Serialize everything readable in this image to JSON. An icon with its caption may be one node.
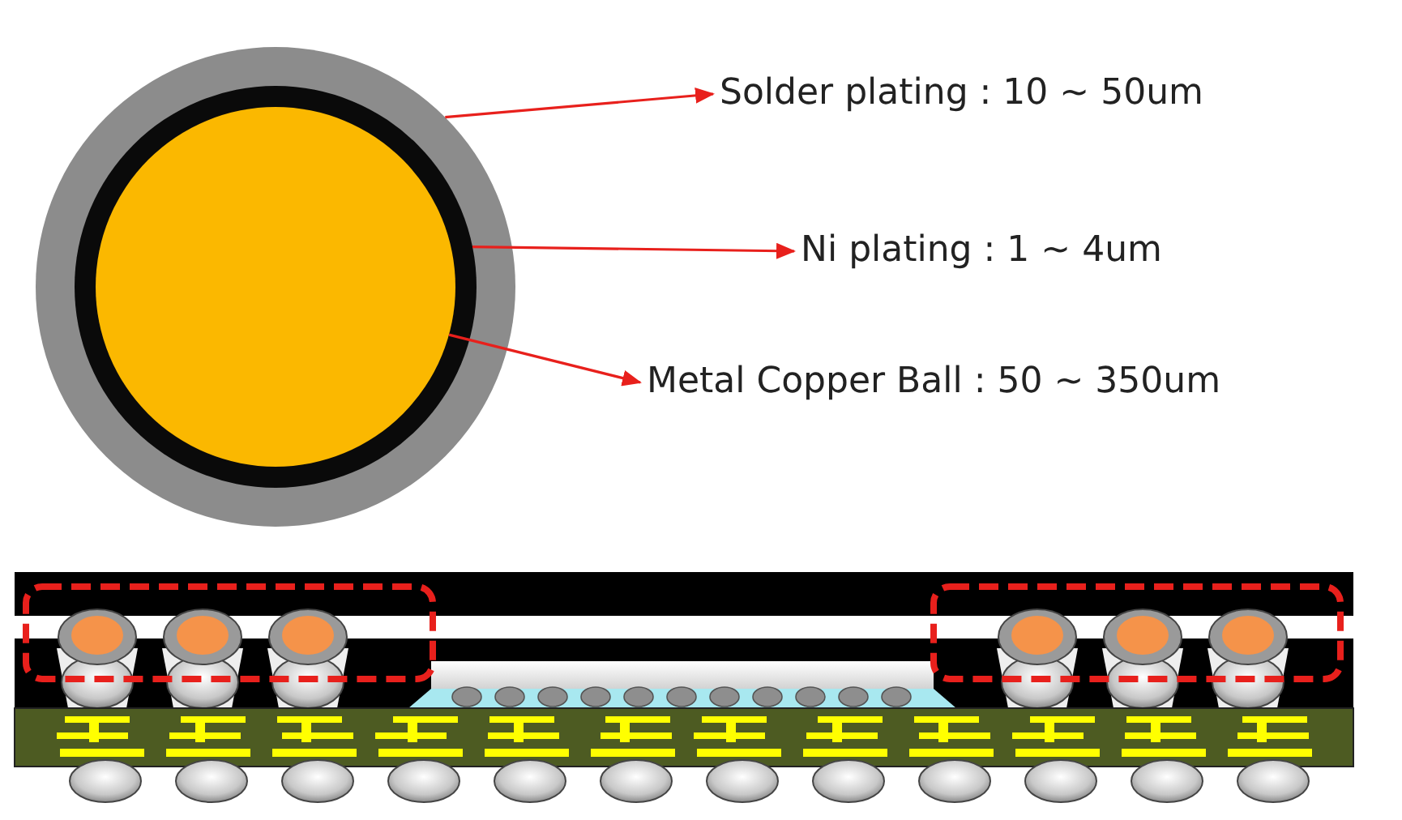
{
  "diagram": {
    "nodes": [
      {
        "text": [
          "Solder plating : 10 ~ 50um"
        ]
      },
      {
        "text": [
          "Ni plating : 1 ~ 4um"
        ]
      },
      {
        "text": [
          "Metal Copper Ball : 50 ~ 350um"
        ]
      },
      {
        "text": [],
        "shape": "circle"
      },
      {
        "text": [],
        "shape": "circle",
        "in": 3
      },
      {
        "text": [],
        "shape": "circle",
        "in": 4
      }
    ],
    "edges": [
      {
        "from": 3,
        "to": 0,
        "arrow": "to"
      },
      {
        "from": 4,
        "to": 1,
        "arrow": "to"
      },
      {
        "from": 5,
        "to": 2,
        "arrow": "to"
      }
    ]
  }
}
